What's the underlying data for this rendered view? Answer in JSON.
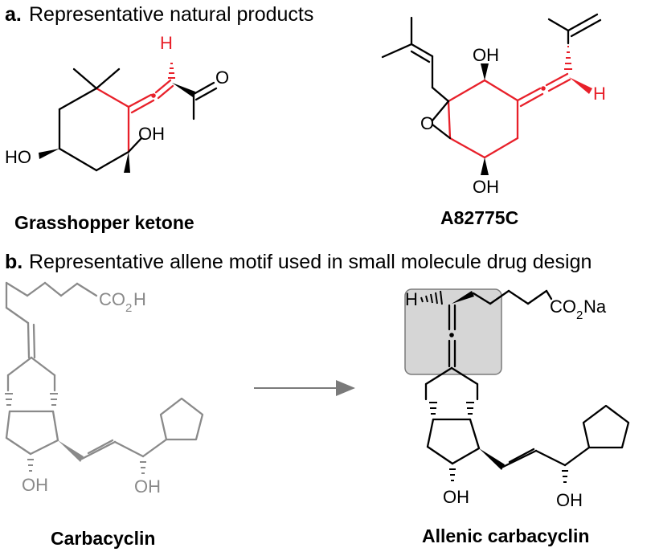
{
  "panel_a": {
    "letter": "a.",
    "title": "Representative natural products",
    "compounds": [
      {
        "name": "Grasshopper ketone",
        "labels": {
          "h": "H",
          "o": "O",
          "oh": "OH",
          "ho": "HO"
        }
      },
      {
        "name": "A82775C",
        "labels": {
          "oh_top": "OH",
          "h": "H",
          "o": "O",
          "oh_bottom": "OH"
        }
      }
    ]
  },
  "panel_b": {
    "letter": "b.",
    "title": "Representative allene motif used in small molecule drug design",
    "compounds": [
      {
        "name": "Carbacyclin",
        "labels": {
          "co": "CO",
          "sub": "2",
          "h": "H",
          "oh1": "OH",
          "oh2": "OH"
        }
      },
      {
        "name": "Allenic carbacyclin",
        "labels": {
          "h": "H",
          "co": "CO",
          "sub": "2",
          "na": "Na",
          "oh1": "OH",
          "oh2": "OH"
        }
      }
    ]
  },
  "colors": {
    "highlight": "#e8202a",
    "parent": "#8a8a8a",
    "box_fill": "#d6d6d6",
    "box_stroke": "#7a7a7a",
    "arrow": "#7a7a7a"
  }
}
